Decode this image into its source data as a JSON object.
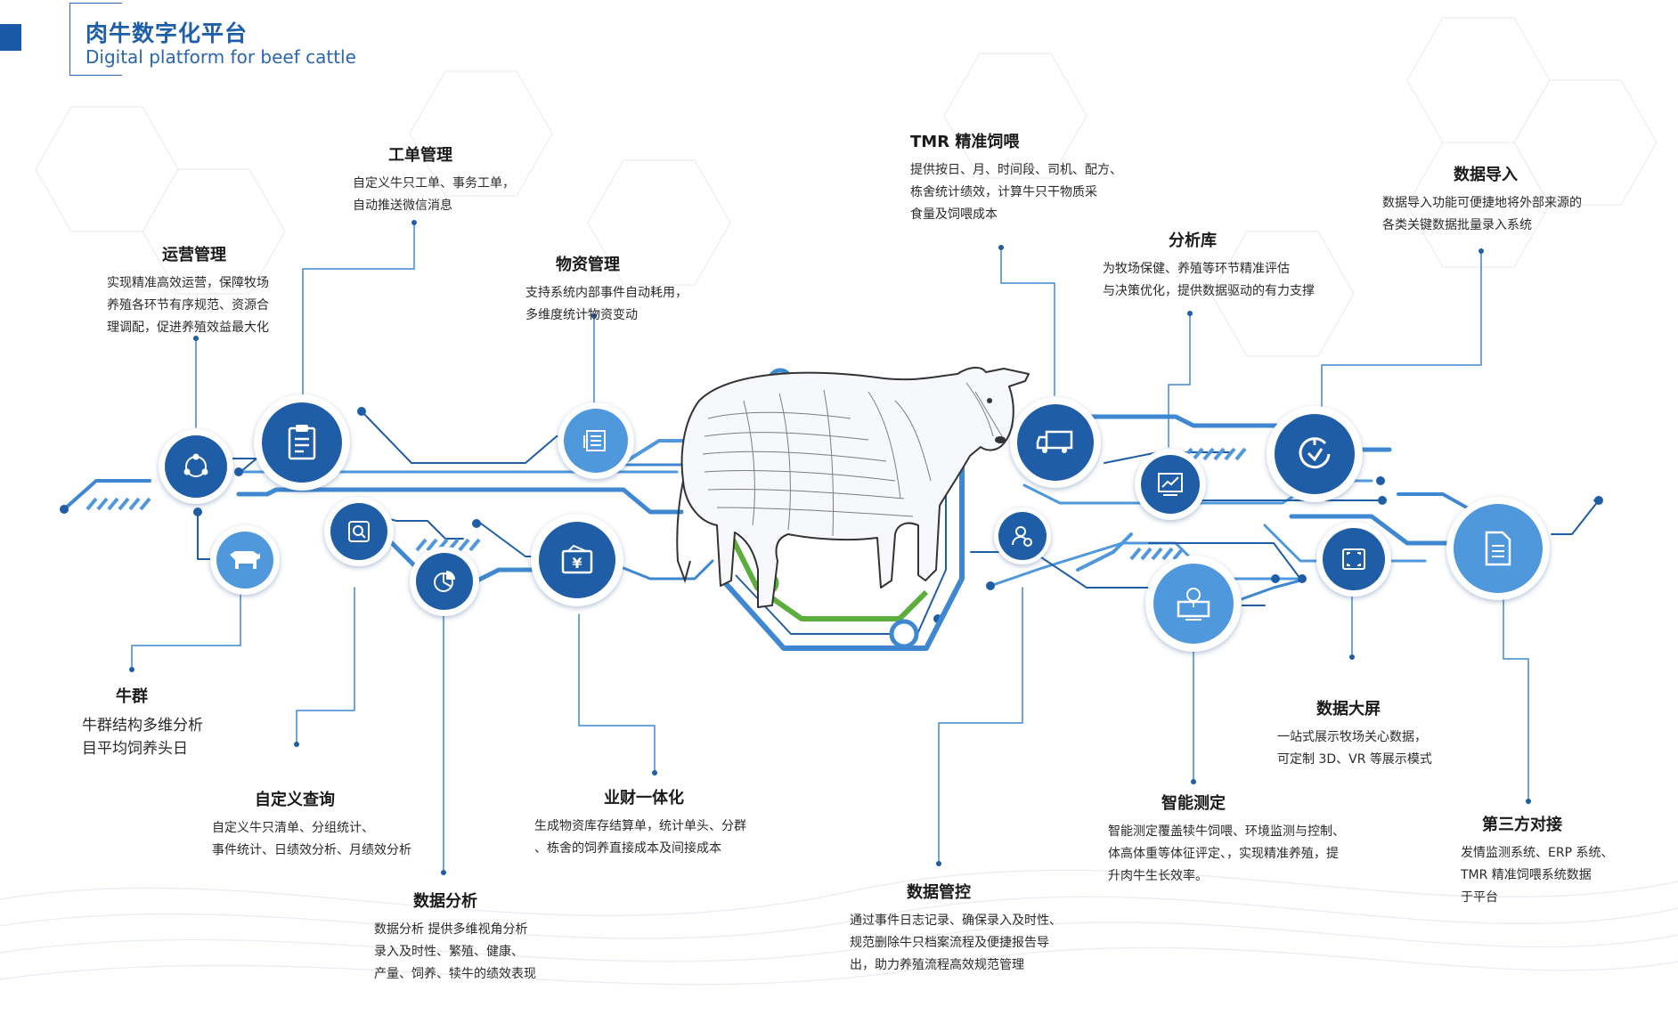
{
  "header": {
    "title": "肉牛数字化平台",
    "subtitle": "Digital platform for beef cattle"
  },
  "callouts": {
    "work_order": {
      "title": "工单管理",
      "desc": "自定义牛只工单、事务工单，\n自动推送微信消息"
    },
    "operations": {
      "title": "运营管理",
      "desc": "实现精准高效运营，保障牧场\n养殖各环节有序规范、资源合\n理调配，促进养殖效益最大化"
    },
    "materials": {
      "title": "物资管理",
      "desc": "支持系统内部事件自动耗用，\n多维度统计物资变动"
    },
    "tmr": {
      "title": "TMR 精准饲喂",
      "desc": "提供按日、月、时间段、司机、配方、\n栋舍统计绩效，计算牛只干物质采\n食量及饲喂成本"
    },
    "analysis_lib": {
      "title": "分析库",
      "desc": "为牧场保健、养殖等环节精准评估\n与决策优化，提供数据驱动的有力支撑"
    },
    "data_import": {
      "title": "数据导入",
      "desc": "数据导入功能可便捷地将外部来源的\n各类关键数据批量录入系统"
    },
    "herd": {
      "title": "牛群",
      "desc": "牛群结构多维分析\n目平均饲养头日"
    },
    "custom_query": {
      "title": "自定义查询",
      "desc": "自定义牛只清单、分组统计、\n事件统计、日绩效分析、月绩效分析"
    },
    "finance": {
      "title": "业财一体化",
      "desc": "生成物资库存结算单，统计单头、分群\n、栋舍的饲养直接成本及间接成本"
    },
    "data_analysis": {
      "title": "数据分析",
      "desc": "数据分析 提供多维视角分析\n录入及时性、繁殖、健康、\n产量、饲养、犊牛的绩效表现"
    },
    "data_control": {
      "title": "数据管控",
      "desc": "通过事件日志记录、确保录入及时性、\n规范删除牛只档案流程及便捷报告导\n出，助力养殖流程高效规范管理"
    },
    "smart_measure": {
      "title": "智能测定",
      "desc": "智能测定覆盖犊牛饲喂、环境监测与控制、\n体高体重等体征评定、，实现精准养殖，提\n升肉牛生长效率。"
    },
    "big_screen": {
      "title": "数据大屏",
      "desc": "一站式展示牧场关心数据，\n可定制 3D、VR 等展示模式"
    },
    "third_party": {
      "title": "第三方对接",
      "desc": "发情监测系统、ERP 系统、\nTMR 精准饲喂系统数据\n于平台"
    }
  },
  "colors": {
    "primary": "#1f5ea7",
    "light_blue": "#4f98dc",
    "accent_green": "#5cae3c",
    "line": "#3f88d1"
  }
}
